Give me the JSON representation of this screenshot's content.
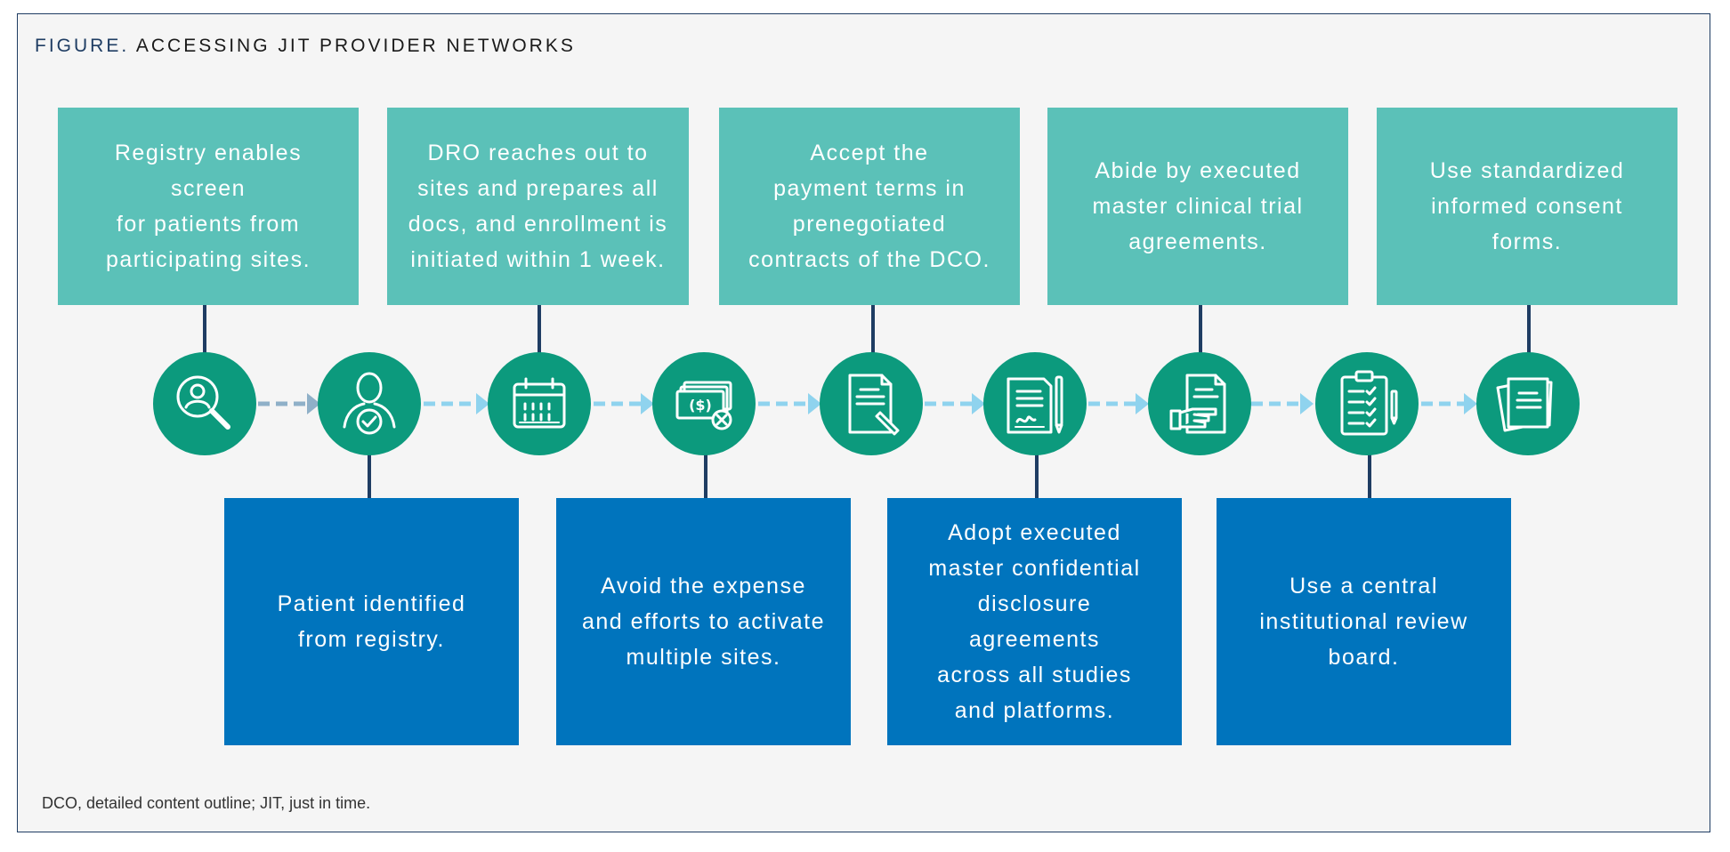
{
  "figure": {
    "title_prefix": "FIGURE.",
    "title_text": "ACCESSING JIT PROVIDER NETWORKS",
    "footnote": "DCO, detailed content outline; JIT, just in time."
  },
  "colors": {
    "top_box": "#5bc1b8",
    "bottom_box": "#0074bd",
    "circle": "#0c9a7d",
    "connector": "#1f3d63",
    "arrow_light": "#8fd3ee",
    "arrow_first": "#8fb0c8"
  },
  "top_boxes": [
    {
      "text": "Registry enables\nscreen\nfor patients from\nparticipating sites."
    },
    {
      "text": "DRO reaches out to\nsites and prepares all\ndocs, and enrollment is\ninitiated within 1 week."
    },
    {
      "text": "Accept the\npayment terms in\nprenegotiated\ncontracts of the DCO."
    },
    {
      "text": "Abide by executed\nmaster clinical trial\nagreements."
    },
    {
      "text": "Use standardized\ninformed consent\nforms."
    }
  ],
  "bottom_boxes": [
    {
      "text": "Patient identified\nfrom registry."
    },
    {
      "text": "Avoid the expense\nand efforts to activate\nmultiple sites."
    },
    {
      "text": "Adopt executed\nmaster confidential\ndisclosure\nagreements\nacross all studies\nand platforms."
    },
    {
      "text": "Use a central\ninstitutional review\nboard."
    }
  ],
  "steps": [
    {
      "icon": "magnifier-person-icon"
    },
    {
      "icon": "person-check-icon"
    },
    {
      "icon": "calendar-icon"
    },
    {
      "icon": "money-cancel-icon"
    },
    {
      "icon": "document-pen-icon"
    },
    {
      "icon": "contract-signature-icon"
    },
    {
      "icon": "document-hand-icon"
    },
    {
      "icon": "clipboard-checklist-icon"
    },
    {
      "icon": "stacked-documents-icon"
    }
  ]
}
